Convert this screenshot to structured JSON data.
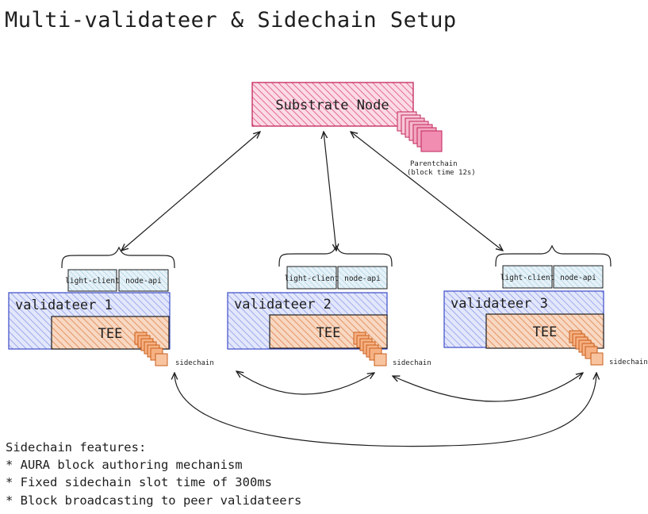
{
  "title": "Multi-validateer & Sidechain Setup",
  "substrate": {
    "label": "Substrate Node",
    "parentchain_caption": [
      "Parentchain",
      "(block time 12s)"
    ]
  },
  "validateers": [
    {
      "label": "validateer 1",
      "tee": "TEE",
      "light_client": "light-client",
      "node_api": "node-api",
      "sidechain": "sidechain"
    },
    {
      "label": "validateer 2",
      "tee": "TEE",
      "light_client": "light-client",
      "node_api": "node-api",
      "sidechain": "sidechain"
    },
    {
      "label": "validateer 3",
      "tee": "TEE",
      "light_client": "light-client",
      "node_api": "node-api",
      "sidechain": "sidechain"
    }
  ],
  "features": {
    "heading": "Sidechain features:",
    "items": [
      "* AURA block authoring mechanism",
      "* Fixed sidechain slot time of 300ms",
      "* Block broadcasting to peer validateers"
    ]
  },
  "colors": {
    "substrate_fill": "#f3a9c2",
    "substrate_stroke": "#c2255c",
    "validateer_fill": "#c7cdf5",
    "validateer_stroke": "#3b4bc8",
    "tee_fill": "#f2bd98",
    "tee_stroke": "#1e1e1e",
    "api_fill": "#cfe6f2",
    "block_fill": "#f6b183",
    "block_stroke": "#c95f1c"
  }
}
